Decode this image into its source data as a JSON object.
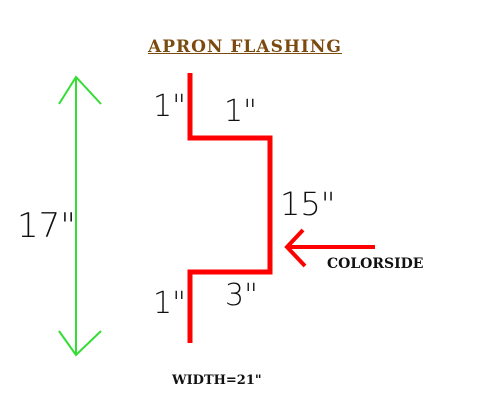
{
  "title": "APRON FLASHING",
  "dimensions": {
    "top_leg": "1\"",
    "top_flange": "1\"",
    "vertical_face": "15\"",
    "overall_height": "17\"",
    "bottom_flange": "3\"",
    "bottom_leg": "1\""
  },
  "color_side_label": "COLORSIDE",
  "width_label": "WIDTH=21\"",
  "colors": {
    "title": "#7a4a0f",
    "flashing_profile": "#ff0000",
    "color_side_arrow": "#ff0000",
    "height_arrow": "#33dd33",
    "text": "#111111"
  }
}
